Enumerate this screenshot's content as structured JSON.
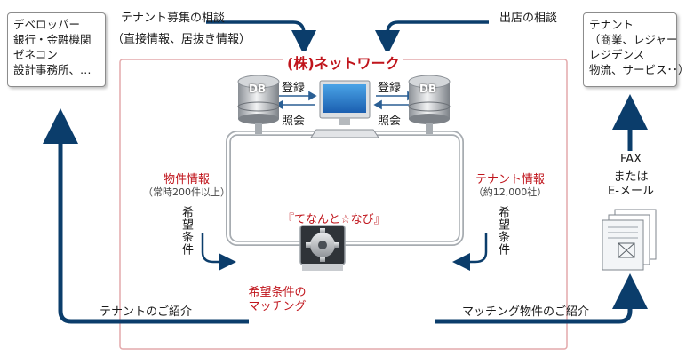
{
  "left_box": {
    "lines": [
      "デベロッパー",
      "銀行・金融機関",
      "ゼネコン",
      "設計事務所、…"
    ]
  },
  "right_box": {
    "lines": [
      "テナント",
      "（商業、レジャー",
      "レジデンス",
      "物流、サービス･･）"
    ]
  },
  "top_left_label": "テナント募集の相談",
  "top_left_sublabel": "（直接情報、居抜き情報）",
  "top_right_label": "出店の相談",
  "network_title": "(株)ネットワーク",
  "db_label": "DB",
  "register_label": "登録",
  "reference_label": "照会",
  "property_info": {
    "title": "物件情報",
    "note": "（常時200件以上）"
  },
  "tenant_info": {
    "title": "テナント情報",
    "note": "（約12,000社）"
  },
  "desired_conditions": "希望条件",
  "app_name": "『てなんと☆なび』",
  "matching_label": [
    "希望条件の",
    "マッチング"
  ],
  "fax_label": [
    "FAX",
    "または",
    "E-メール"
  ],
  "bottom_left_label": "テナントのご紹介",
  "bottom_right_label": "マッチング物件のご紹介",
  "colors": {
    "arrow": "#0b3d6b",
    "accent_red": "#c0151c",
    "frame": "#e3a9ab",
    "pipe": "#a7acb1"
  }
}
